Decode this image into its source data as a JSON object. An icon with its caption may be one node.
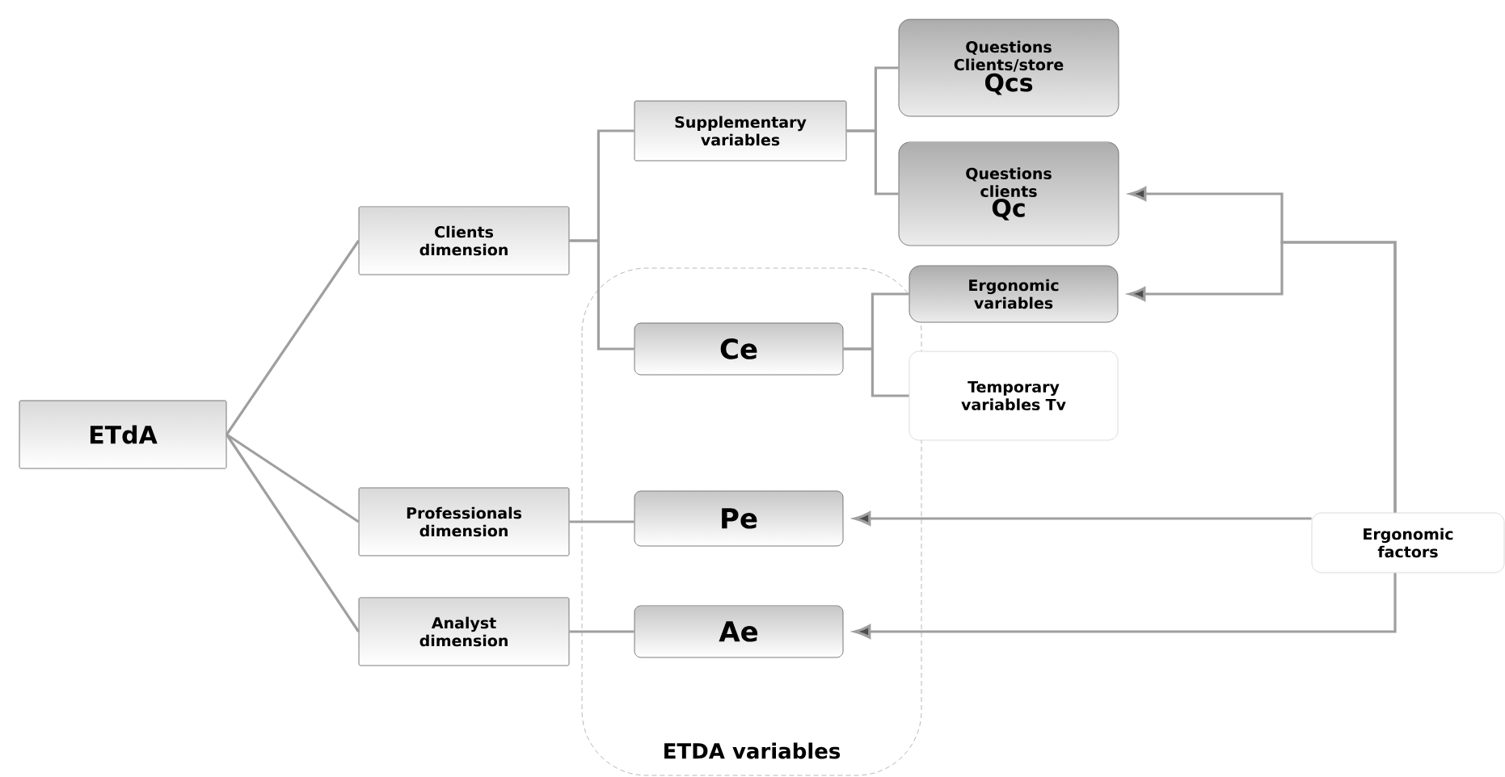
{
  "diagram": {
    "nodes": [
      {
        "text": [
          "ETdA"
        ]
      },
      {
        "text": [
          "Clients dimension"
        ]
      },
      {
        "text": [
          "Supplementary variables"
        ]
      },
      {
        "text": [
          "Questions Clients/store",
          "Qcs"
        ]
      },
      {
        "text": [
          "Questions clients",
          "Qc"
        ]
      },
      {
        "text": [
          "ETDA variables"
        ]
      },
      {
        "text": [
          "Ce"
        ],
        "in": 5
      },
      {
        "text": [
          "Ergonomic variables"
        ]
      },
      {
        "text": [
          "Temporary variables Tv"
        ]
      },
      {
        "text": [
          "Professionals dimension"
        ]
      },
      {
        "text": [
          "Pe"
        ],
        "in": 5
      },
      {
        "text": [
          "Analyst dimension"
        ]
      },
      {
        "text": [
          "Ae"
        ],
        "in": 5
      },
      {
        "text": [
          "Ergonomic factors"
        ]
      }
    ],
    "edges": [
      {
        "from": 0,
        "to": 1,
        "arrow": "none"
      },
      {
        "from": 0,
        "to": 9,
        "arrow": "none"
      },
      {
        "from": 0,
        "to": 11,
        "arrow": "none"
      },
      {
        "from": 1,
        "to": 2,
        "arrow": "none"
      },
      {
        "from": 1,
        "to": 6,
        "arrow": "none"
      },
      {
        "from": 2,
        "to": 3,
        "arrow": "none"
      },
      {
        "from": 2,
        "to": 4,
        "arrow": "none"
      },
      {
        "from": 6,
        "to": 7,
        "arrow": "none"
      },
      {
        "from": 6,
        "to": 8,
        "arrow": "none"
      },
      {
        "from": 9,
        "to": 10,
        "arrow": "none"
      },
      {
        "from": 11,
        "to": 12,
        "arrow": "none"
      },
      {
        "from": 13,
        "to": 4,
        "arrow": "to"
      },
      {
        "from": 13,
        "to": 7,
        "arrow": "to"
      },
      {
        "from": 13,
        "to": 10,
        "arrow": "to"
      },
      {
        "from": 13,
        "to": 12,
        "arrow": "to"
      }
    ]
  }
}
